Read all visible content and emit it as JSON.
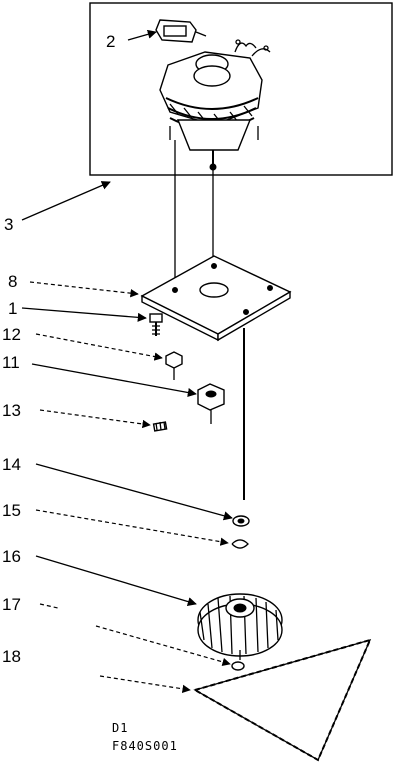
{
  "callouts": [
    {
      "id": "2",
      "text": "2"
    },
    {
      "id": "3",
      "text": "3"
    },
    {
      "id": "8",
      "text": "8"
    },
    {
      "id": "1",
      "text": "1"
    },
    {
      "id": "12",
      "text": "12"
    },
    {
      "id": "11",
      "text": "11"
    },
    {
      "id": "13",
      "text": "13"
    },
    {
      "id": "14",
      "text": "14"
    },
    {
      "id": "15",
      "text": "15"
    },
    {
      "id": "16",
      "text": "16"
    },
    {
      "id": "17",
      "text": "17"
    },
    {
      "id": "18",
      "text": "18"
    }
  ],
  "footer": {
    "line1": "D1",
    "line2": "F840S001"
  }
}
